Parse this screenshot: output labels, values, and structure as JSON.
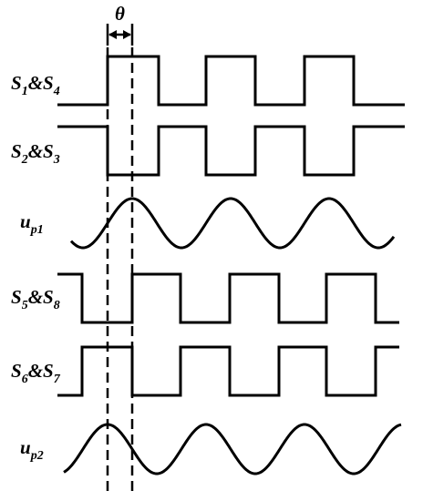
{
  "theta_label": "θ",
  "signals": [
    {
      "id": "s1s4",
      "base": "S",
      "sub1": "1",
      "mid": "&S",
      "sub2": "4"
    },
    {
      "id": "s2s3",
      "base": "S",
      "sub1": "2",
      "mid": "&S",
      "sub2": "3"
    },
    {
      "id": "up1",
      "base": "u",
      "sub1": "p1",
      "mid": "",
      "sub2": ""
    },
    {
      "id": "s5s8",
      "base": "S",
      "sub1": "5",
      "mid": "&S",
      "sub2": "8"
    },
    {
      "id": "s6s7",
      "base": "S",
      "sub1": "6",
      "mid": "&S",
      "sub2": "7"
    },
    {
      "id": "up2",
      "base": "u",
      "sub1": "p2",
      "mid": "",
      "sub2": ""
    }
  ],
  "colors": {
    "stroke": "#000000",
    "background": "#ffffff"
  }
}
